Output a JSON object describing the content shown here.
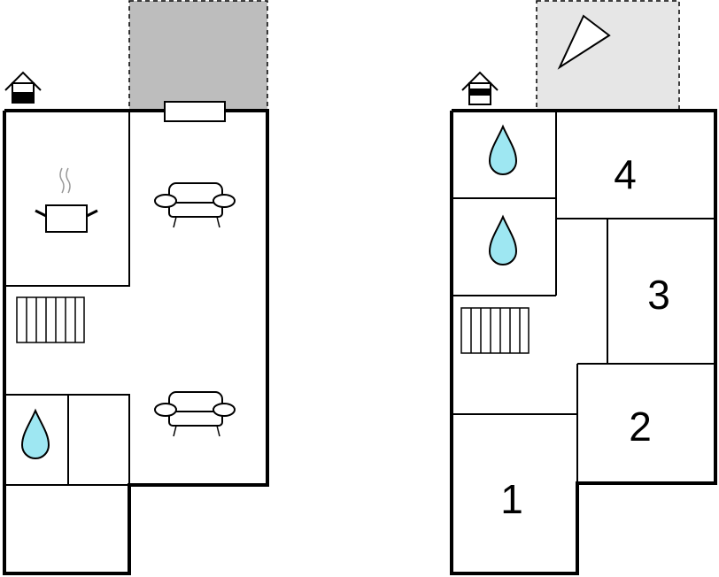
{
  "floors": [
    {
      "id": "ground-floor",
      "rooms": [],
      "terrace_color": "#bdbdbd"
    },
    {
      "id": "upper-floor",
      "rooms": [
        {
          "number": "4"
        },
        {
          "number": "3"
        },
        {
          "number": "2"
        },
        {
          "number": "1"
        }
      ],
      "balcony_color": "#e6e6e6"
    }
  ],
  "colors": {
    "water_drop": "#9ee7f2",
    "walls": "#000000",
    "background": "#ffffff"
  },
  "icons": [
    "entrance-icon",
    "stove-icon",
    "sofa-icon",
    "stairs-icon",
    "water-drop-icon",
    "compass-icon"
  ]
}
